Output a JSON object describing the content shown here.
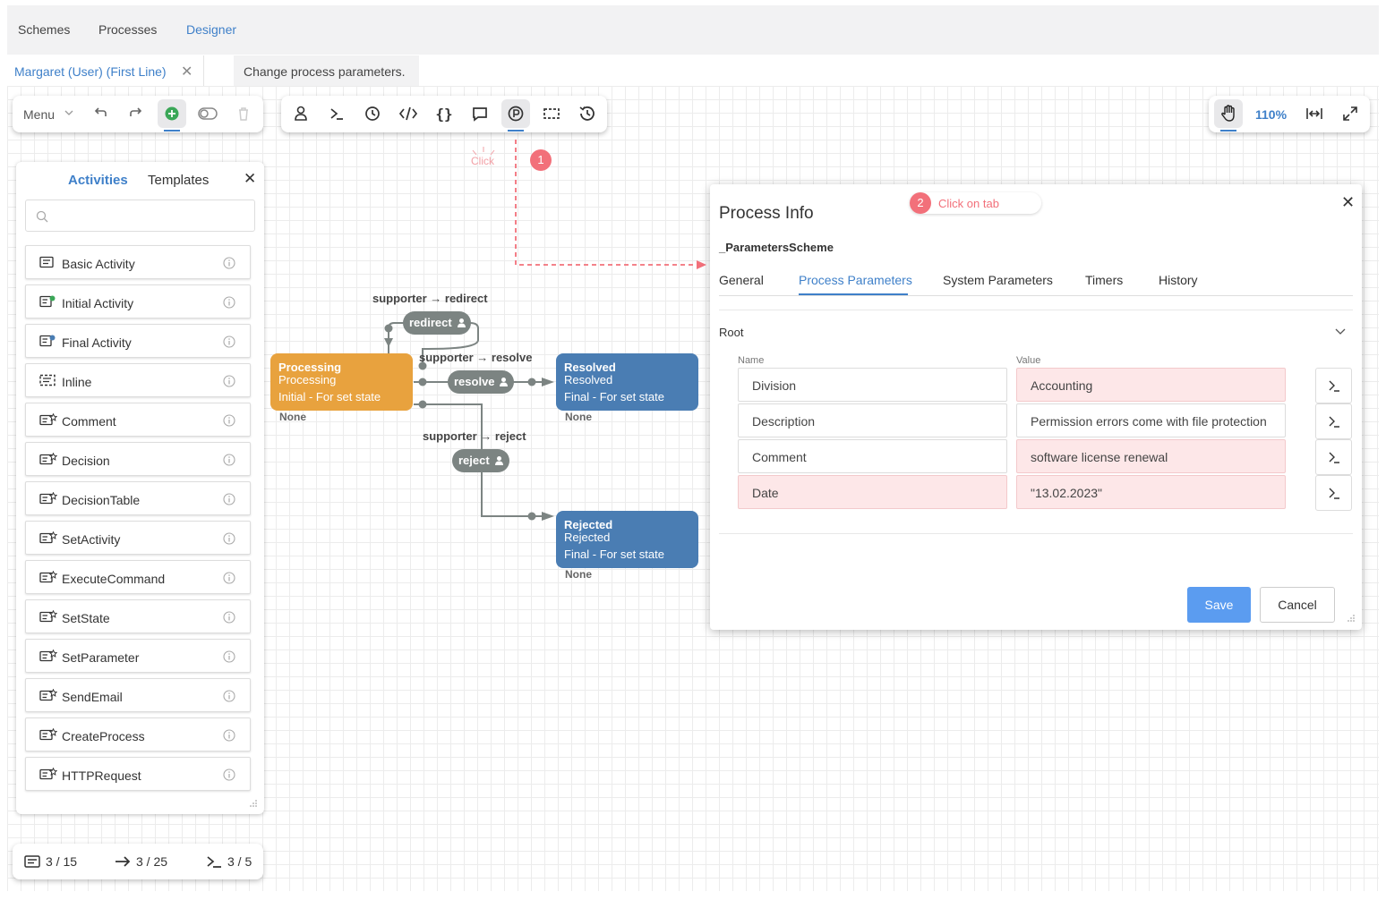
{
  "nav": {
    "items": [
      {
        "label": "Schemes",
        "active": false
      },
      {
        "label": "Processes",
        "active": false
      },
      {
        "label": "Designer",
        "active": true
      }
    ]
  },
  "doc_tabs": {
    "user_tab": "Margaret (User) (First Line)",
    "second_tab": "Change process parameters."
  },
  "toolbar_left": {
    "menu_label": "Menu"
  },
  "zoom": {
    "level": "110%"
  },
  "panel": {
    "tab_activities": "Activities",
    "tab_templates": "Templates",
    "search_placeholder": "",
    "activities": [
      "Basic Activity",
      "Initial Activity",
      "Final Activity",
      "Inline",
      "Comment",
      "Decision",
      "DecisionTable",
      "SetActivity",
      "ExecuteCommand",
      "SetState",
      "SetParameter",
      "SendEmail",
      "CreateProcess",
      "HTTPRequest"
    ]
  },
  "guide": {
    "step1_label": "Click",
    "step1_num": "1",
    "step2_num": "2",
    "step2_label": "Click on tab"
  },
  "diagram": {
    "processing": {
      "title": "Processing",
      "state": "Processing",
      "type": "Initial - For set state",
      "footer": "None"
    },
    "resolved": {
      "title": "Resolved",
      "state": "Resolved",
      "type": "Final - For set state",
      "footer": "None"
    },
    "rejected": {
      "title": "Rejected",
      "state": "Rejected",
      "type": "Final - For set state",
      "footer": "None"
    },
    "edges": {
      "redirect": {
        "label": "supporter → redirect",
        "command": "redirect"
      },
      "resolve": {
        "label": "supporter → resolve",
        "command": "resolve"
      },
      "reject": {
        "label": "supporter → reject",
        "command": "reject"
      }
    },
    "colors": {
      "initial": "#e8a23e",
      "final": "#4a7db3",
      "command": "#7c8482"
    }
  },
  "dialog": {
    "title": "Process Info",
    "scheme": "_ParametersScheme",
    "tabs": [
      {
        "label": "General",
        "active": false
      },
      {
        "label": "Process Parameters",
        "active": true
      },
      {
        "label": "System Parameters",
        "active": false
      },
      {
        "label": "Timers",
        "active": false
      },
      {
        "label": "History",
        "active": false
      }
    ],
    "section": "Root",
    "col_name": "Name",
    "col_value": "Value",
    "params": [
      {
        "name": "Division",
        "value": "Accounting"
      },
      {
        "name": "Description",
        "value": "Permission errors come with file protection"
      },
      {
        "name": "Comment",
        "value": "software license renewal"
      },
      {
        "name": "Date",
        "value": "\"13.02.2023\""
      }
    ],
    "save_label": "Save",
    "cancel_label": "Cancel"
  },
  "stats": {
    "activities": "3 / 15",
    "transitions": "3 / 25",
    "commands": "3 / 5"
  }
}
